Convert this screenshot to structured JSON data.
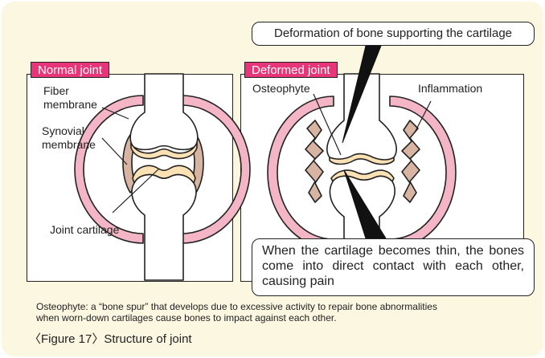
{
  "figure": {
    "caption": "〈Figure 17〉Structure of joint",
    "footnote_line1": "Osteophyte: a “bone spur” that develops due to excessive activity to repair bone abnormalities",
    "footnote_line2": "when worn-down cartilages cause bones to impact against each other."
  },
  "normal_panel": {
    "tag": "Normal joint",
    "labels": {
      "fiber_1": "Fiber",
      "fiber_2": "membrane",
      "synovial_1": "Synovial",
      "synovial_2": "membrane",
      "cartilage": "Joint cartilage"
    }
  },
  "deformed_panel": {
    "tag": "Deformed joint",
    "labels": {
      "osteophyte": "Osteophyte",
      "inflammation": "Inflammation"
    }
  },
  "callouts": {
    "top": "Deformation of bone supporting the cartilage",
    "bottom": "When the cartilage becomes thin, the bones come into direct contact with each other, causing pain"
  },
  "colors": {
    "background": "#fcf7e1",
    "tag": "#e8357a",
    "capsule_fill": "#f4b6c6",
    "cartilage_fill": "#fbe1b4",
    "synovial_fill": "#d8b4a2",
    "outline": "#222222"
  }
}
